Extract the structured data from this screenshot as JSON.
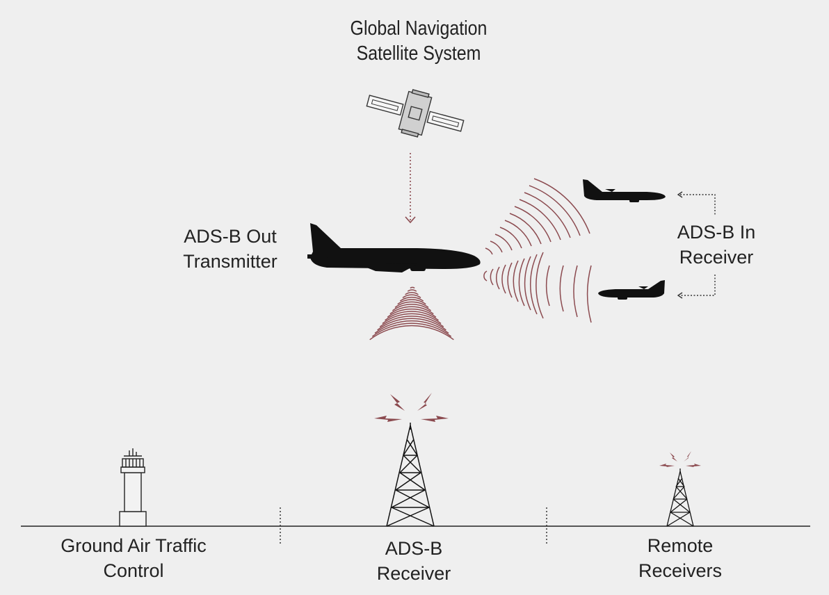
{
  "labels": {
    "gnss": [
      "Global Navigation",
      "Satellite System"
    ],
    "ads_b_out": [
      "ADS-B Out",
      "Transmitter"
    ],
    "ads_b_in": [
      "ADS-B In",
      "Receiver"
    ],
    "ground_atc": [
      "Ground Air Traffic",
      "Control"
    ],
    "ads_b_receiver": [
      "ADS-B",
      "Receiver"
    ],
    "remote_receivers": [
      "Remote",
      "Receivers"
    ]
  },
  "colors": {
    "background": "#efefef",
    "signal": "#8b4a4f",
    "ink": "#111111",
    "text": "#222222"
  },
  "icons": [
    "satellite-icon",
    "airplane-icon",
    "control-tower-icon",
    "radio-tower-icon",
    "signal-waves-icon",
    "signal-bolt-icon"
  ]
}
